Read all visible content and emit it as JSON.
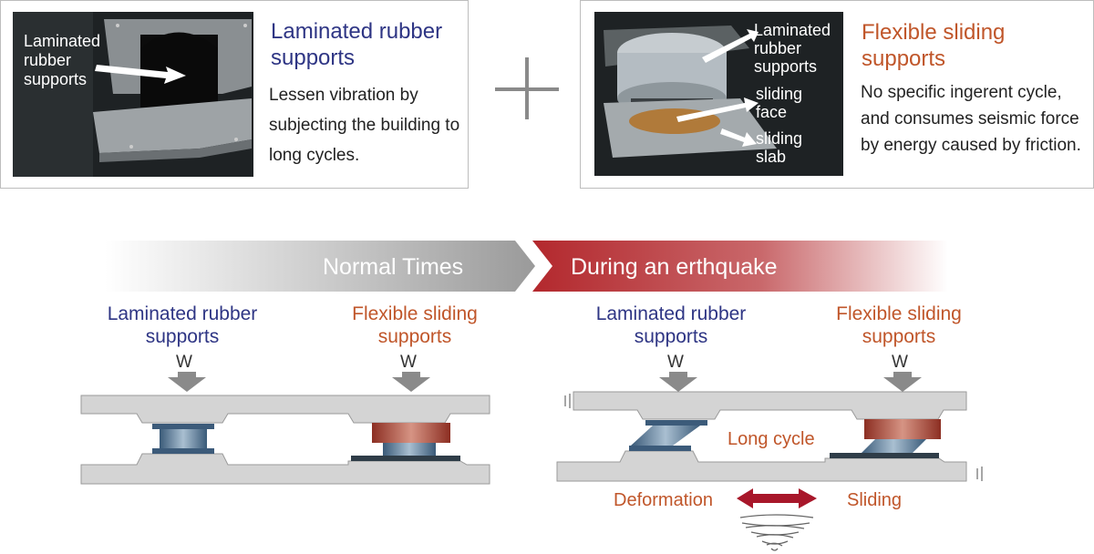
{
  "top_left": {
    "photo_label": "Laminated\nrubber\nsupports",
    "title": "Laminated rubber supports",
    "description": "Lessen vibration by subjecting the building to long cycles."
  },
  "plus_symbol": "+",
  "top_right": {
    "photo_labels": {
      "laminated": "Laminated\nrubber\nsupports",
      "face": "sliding\nface",
      "slab": "sliding\nslab"
    },
    "title": "Flexible sliding supports",
    "description": "No specific ingerent cycle, and consumes seismic force by energy caused by friction."
  },
  "banner": {
    "normal": "Normal Times",
    "quake": "During an erthquake"
  },
  "diagram": {
    "normal_laminated_label": "Laminated rubber supports",
    "normal_sliding_label": "Flexible sliding supports",
    "quake_laminated_label": "Laminated rubber supports",
    "quake_sliding_label": "Flexible sliding supports",
    "load_symbol": "W",
    "long_cycle": "Long cycle",
    "deformation": "Deformation",
    "sliding": "Sliding"
  },
  "colors": {
    "blue_text": "#2e3584",
    "orange_text": "#c0562a",
    "banner_gray": "#9a9a9a",
    "banner_red": "#b3282d",
    "slab_gray": "#d4d4d4",
    "arrow_red": "#a8172a"
  }
}
